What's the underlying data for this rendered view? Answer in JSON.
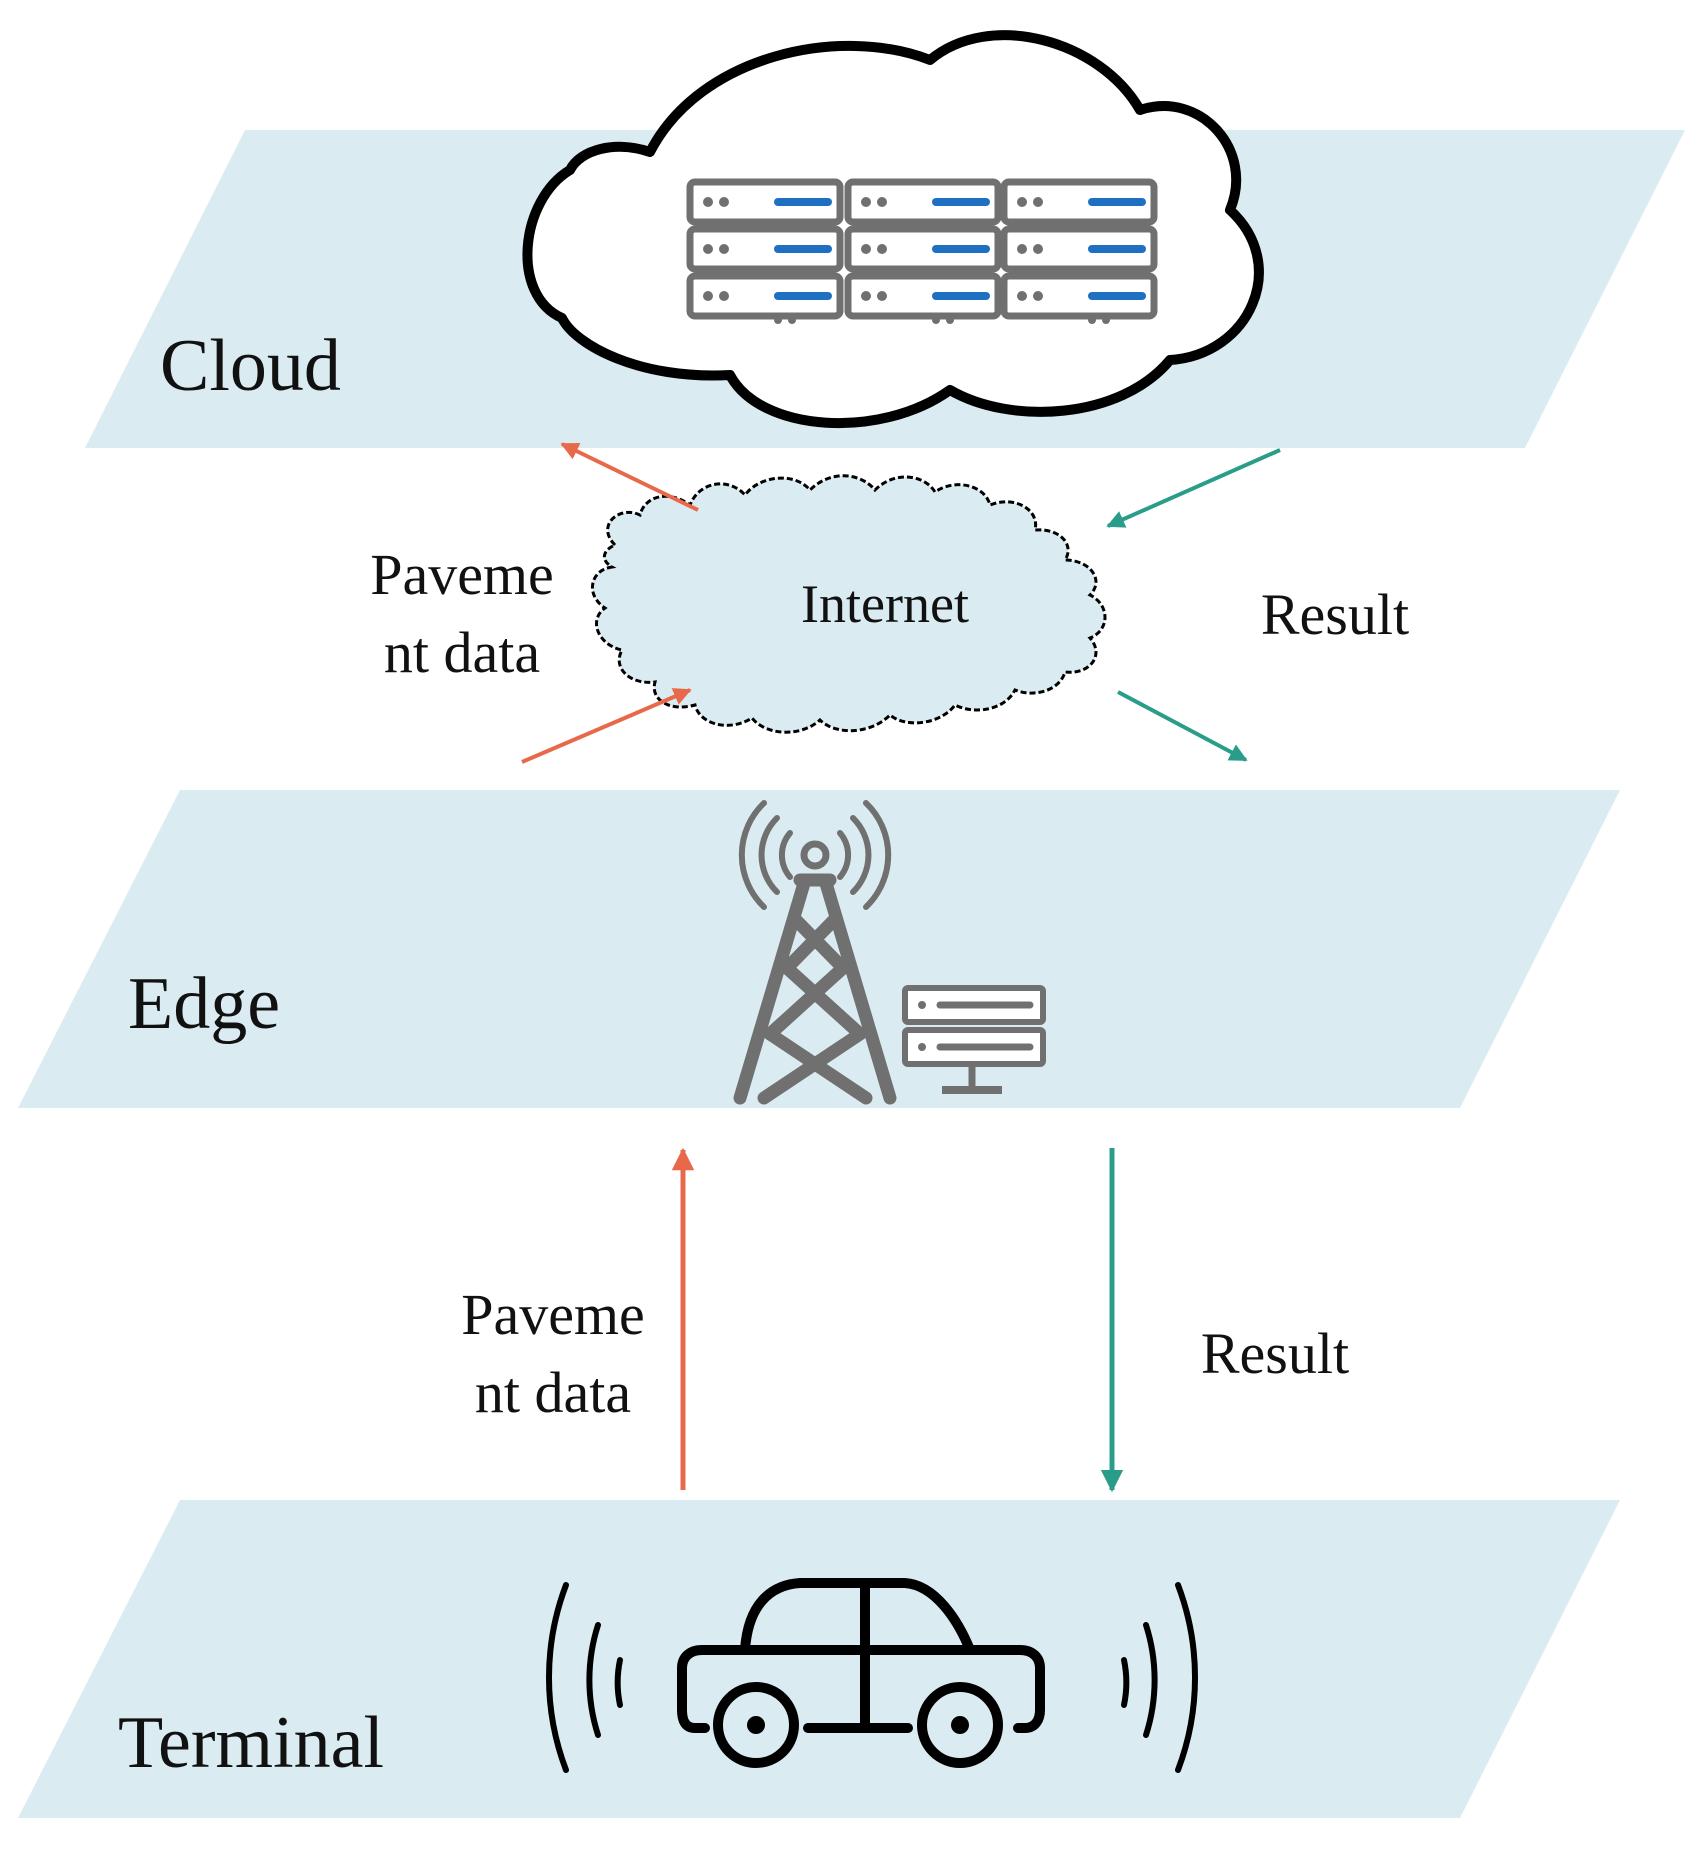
{
  "layers": {
    "cloud": "Cloud",
    "edge": "Edge",
    "terminal": "Terminal"
  },
  "internet": "Internet",
  "flows": {
    "upper_data": [
      "Paveme",
      "nt data"
    ],
    "upper_result": "Result",
    "lower_data": [
      "Paveme",
      "nt data"
    ],
    "lower_result": "Result"
  },
  "colors": {
    "layer_fill": "#daecf2",
    "data_arrow": "#e8694a",
    "result_arrow": "#2a9d8a",
    "icon_gray": "#707070",
    "server_blue": "#1f70c1"
  },
  "icons": {
    "cloud": "cloud-server-rack-icon",
    "internet": "internet-cloud-icon",
    "edge": "cell-tower-server-icon",
    "terminal": "car-signal-icon"
  }
}
